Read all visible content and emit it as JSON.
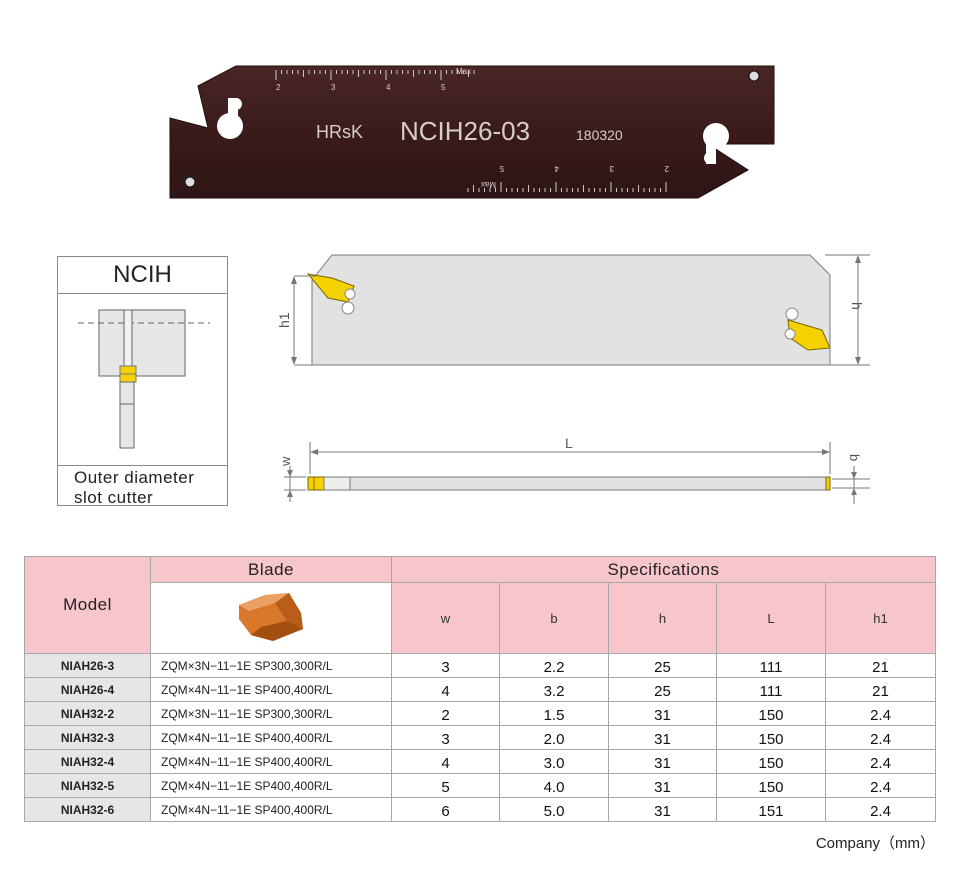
{
  "photo": {
    "brand": "HRsK",
    "model": "NCIH26-03",
    "serial": "180320",
    "scale_top": [
      "2",
      "3",
      "4",
      "5",
      "Max"
    ],
    "scale_bottom": [
      "Max",
      "5",
      "4",
      "3",
      "2"
    ]
  },
  "ncih_box": {
    "title": "NCIH",
    "caption_line1": "Outer diameter",
    "caption_line2": "slot cutter"
  },
  "drawing": {
    "h1_label": "h1",
    "h_label": "h",
    "L_label": "L",
    "w_label": "w",
    "b_label": "b"
  },
  "table": {
    "model_header": "Model",
    "blade_header": "Blade",
    "specs_header": "Specifications",
    "spec_columns": [
      "w",
      "b",
      "h",
      "L",
      "h1"
    ],
    "rows": [
      {
        "model": "NIAH26-3",
        "blade": "ZQM×3N−11−1E SP300,300R/L",
        "w": "3",
        "b": "2.2",
        "h": "25",
        "L": "111",
        "h1": "21"
      },
      {
        "model": "NIAH26-4",
        "blade": "ZQM×4N−11−1E SP400,400R/L",
        "w": "4",
        "b": "3.2",
        "h": "25",
        "L": "111",
        "h1": "21"
      },
      {
        "model": "NIAH32-2",
        "blade": "ZQM×3N−11−1E SP300,300R/L",
        "w": "2",
        "b": "1.5",
        "h": "31",
        "L": "150",
        "h1": "2.4"
      },
      {
        "model": "NIAH32-3",
        "blade": "ZQM×4N−11−1E SP400,400R/L",
        "w": "3",
        "b": "2.0",
        "h": "31",
        "L": "150",
        "h1": "2.4"
      },
      {
        "model": "NIAH32-4",
        "blade": "ZQM×4N−11−1E SP400,400R/L",
        "w": "4",
        "b": "3.0",
        "h": "31",
        "L": "150",
        "h1": "2.4"
      },
      {
        "model": "NIAH32-5",
        "blade": "ZQM×4N−11−1E SP400,400R/L",
        "w": "5",
        "b": "4.0",
        "h": "31",
        "L": "150",
        "h1": "2.4"
      },
      {
        "model": "NIAH32-6",
        "blade": "ZQM×4N−11−1E SP400,400R/L",
        "w": "6",
        "b": "5.0",
        "h": "31",
        "L": "151",
        "h1": "2.4"
      }
    ]
  },
  "footer": "Company（mm）",
  "colors": {
    "blade_body": "#3f1f1f",
    "insert_yellow": "#f4d100",
    "insert_orange": "#d9782a",
    "header_pink": "#f7c6cc",
    "model_gray": "#e6e6e6"
  }
}
